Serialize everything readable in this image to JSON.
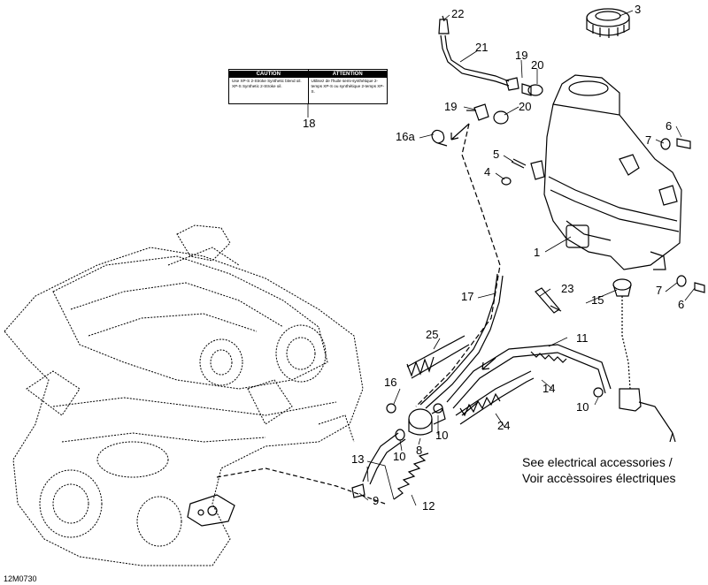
{
  "diagram_code": "12M0730",
  "callouts": {
    "c1": "1",
    "c3": "3",
    "c4": "4",
    "c5": "5",
    "c6a": "6",
    "c6b": "6",
    "c7a": "7",
    "c7b": "7",
    "c8": "8",
    "c9": "9",
    "c10a": "10",
    "c10b": "10",
    "c10c": "10",
    "c11": "11",
    "c12": "12",
    "c13": "13",
    "c14": "14",
    "c15": "15",
    "c16": "16",
    "c16a": "16a",
    "c17": "17",
    "c18": "18",
    "c19a": "19",
    "c19b": "19",
    "c20a": "20",
    "c20b": "20",
    "c21": "21",
    "c22": "22",
    "c23": "23",
    "c24": "24",
    "c25": "25"
  },
  "note": {
    "line1": "See electrical accessories /",
    "line2": "Voir accèssoires électriques"
  },
  "label": {
    "left_title": "CAUTION",
    "left_text": "Use XP-S 2-Stroke Synthetic blend oil. XP-S Synthetic 2-Stroke oil.",
    "right_title": "ATTENTION",
    "right_text": "Utilisez de l'huile semi-synthétique 2-temps XP-S ou synthétique 2-temps XP-S."
  },
  "colors": {
    "line": "#000000",
    "background": "#ffffff"
  }
}
